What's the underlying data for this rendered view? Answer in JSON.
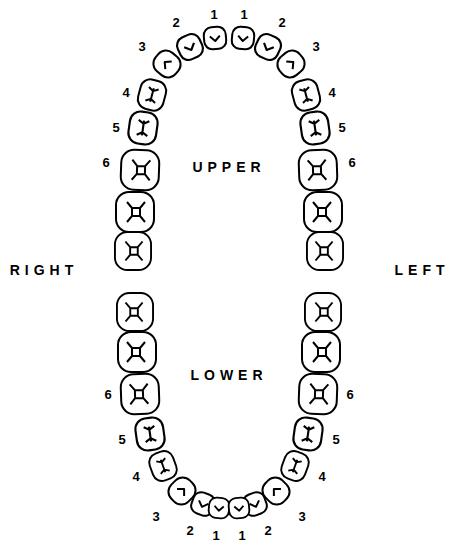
{
  "diagram": {
    "labels": [
      "1",
      "2",
      "3",
      "4",
      "5",
      "6",
      "1",
      "2",
      "3",
      "4",
      "5",
      "6",
      "UPPER",
      "RIGHT",
      "LEFT",
      "LOWER",
      "6",
      "5",
      "4",
      "3",
      "2",
      "1",
      "6",
      "5",
      "4",
      "3",
      "2",
      "1"
    ]
  }
}
